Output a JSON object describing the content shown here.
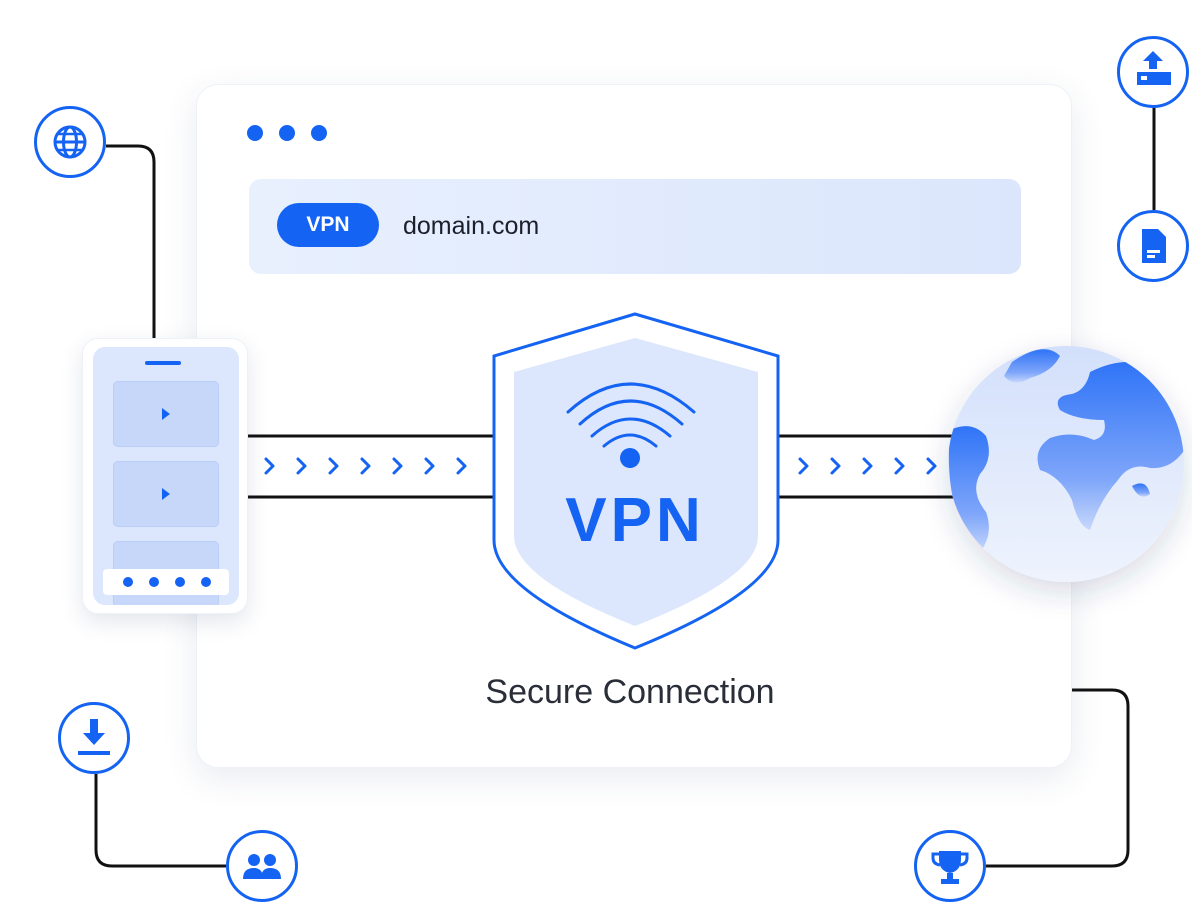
{
  "browser": {
    "address_bar": {
      "badge": "VPN",
      "url": "domain.com"
    }
  },
  "shield": {
    "label": "VPN"
  },
  "caption": "Secure Connection",
  "icons": {
    "top_left": "globe-icon",
    "top_right": "upload-icon",
    "right": "document-icon",
    "bottom_left": "download-icon",
    "bottom_center": "users-icon",
    "bottom_right": "trophy-icon"
  },
  "colors": {
    "accent": "#1463f3",
    "light_accent": "#dce7fd",
    "line": "#111111"
  }
}
